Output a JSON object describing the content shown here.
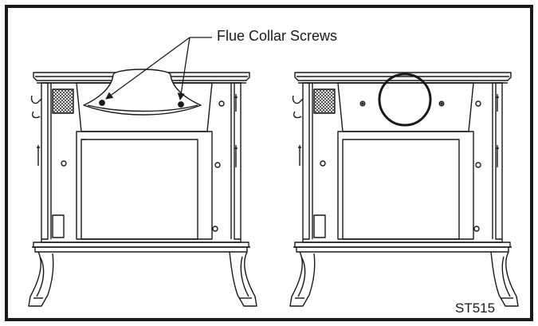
{
  "callout": {
    "label": "Flue Collar Screws"
  },
  "figure": {
    "code": "ST515"
  },
  "views": [
    {
      "id": "left",
      "flue_collar": "installed"
    },
    {
      "id": "right",
      "flue_collar": "removed"
    }
  ],
  "colors": {
    "frame": "#1a1a1a",
    "line": "#1a1a1a",
    "paper": "#ffffff"
  }
}
